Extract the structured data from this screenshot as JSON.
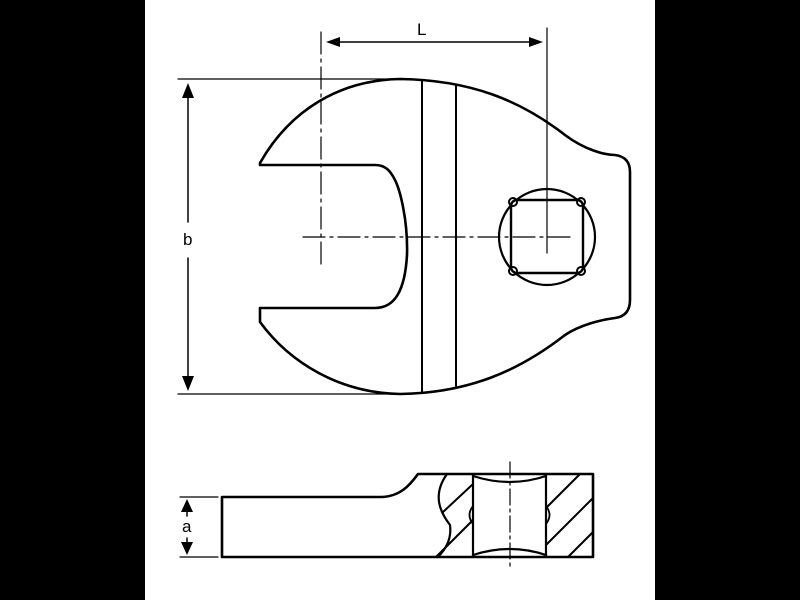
{
  "drawing": {
    "title": "Crowfoot wrench dimension drawing",
    "background": "#000000",
    "sheet_color": "#ffffff",
    "line_color": "#000000",
    "views": [
      {
        "name": "top-view",
        "description": "Open-end crowfoot with square drive hole"
      },
      {
        "name": "side-section-view",
        "description": "Sectioned side view with hatching"
      }
    ],
    "dimensions": {
      "L": {
        "label": "L",
        "meaning": "distance from jaw center to drive center"
      },
      "b": {
        "label": "b",
        "meaning": "overall head width"
      },
      "a": {
        "label": "a",
        "meaning": "jaw thickness"
      }
    }
  }
}
